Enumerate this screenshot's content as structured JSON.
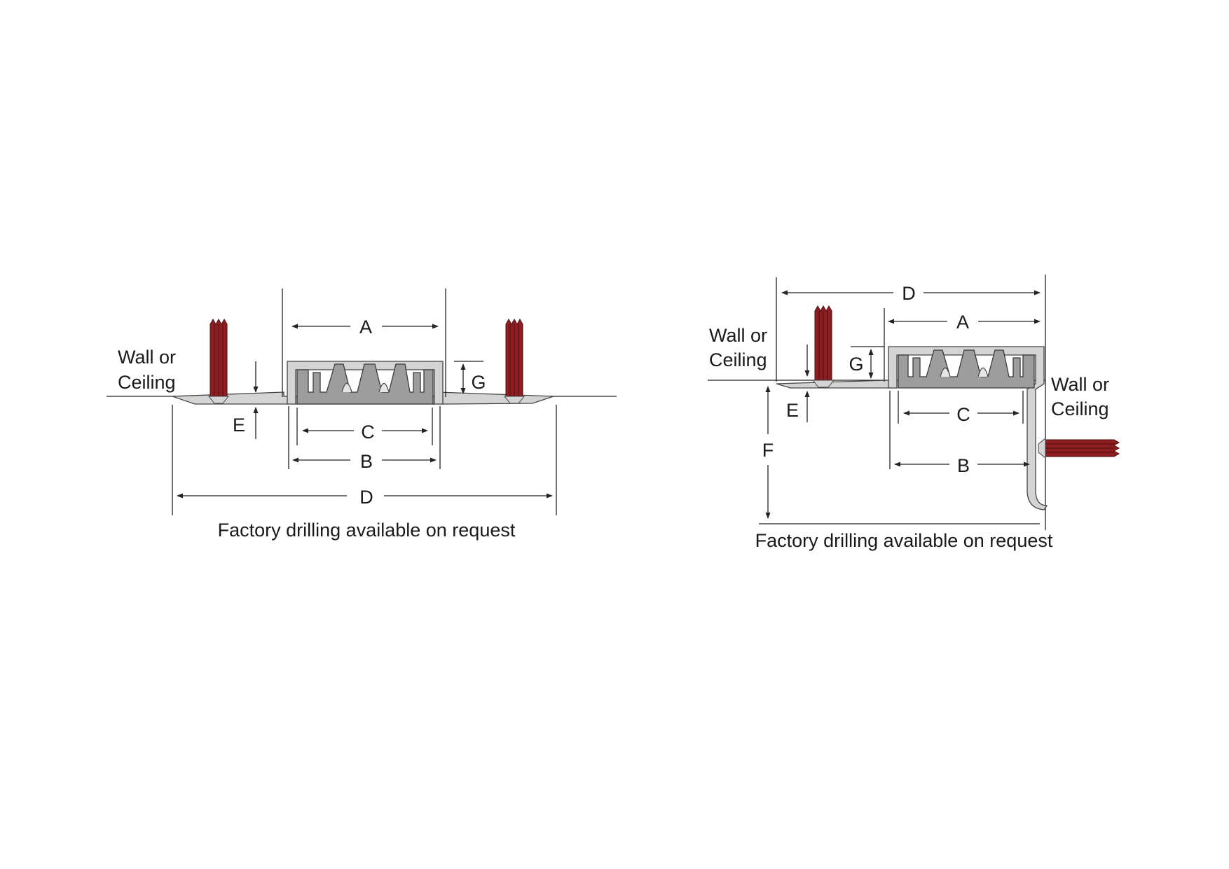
{
  "left_detail": {
    "wall_label_line1": "Wall or",
    "wall_label_line2": "Ceiling",
    "dims": {
      "A": "A",
      "B": "B",
      "C": "C",
      "D": "D",
      "E": "E",
      "G": "G"
    },
    "note": "Factory drilling available on request"
  },
  "right_detail": {
    "wall_label_top_line1": "Wall or",
    "wall_label_top_line2": "Ceiling",
    "wall_label_side_line1": "Wall or",
    "wall_label_side_line2": "Ceiling",
    "dims": {
      "A": "A",
      "B": "B",
      "C": "C",
      "D": "D",
      "E": "E",
      "F": "F",
      "G": "G"
    },
    "note": "Factory drilling available on request"
  },
  "colors": {
    "anchor": "#8c1e22",
    "plate": "#d4d4d4",
    "insert": "#9d9d9d",
    "line": "#222222"
  }
}
